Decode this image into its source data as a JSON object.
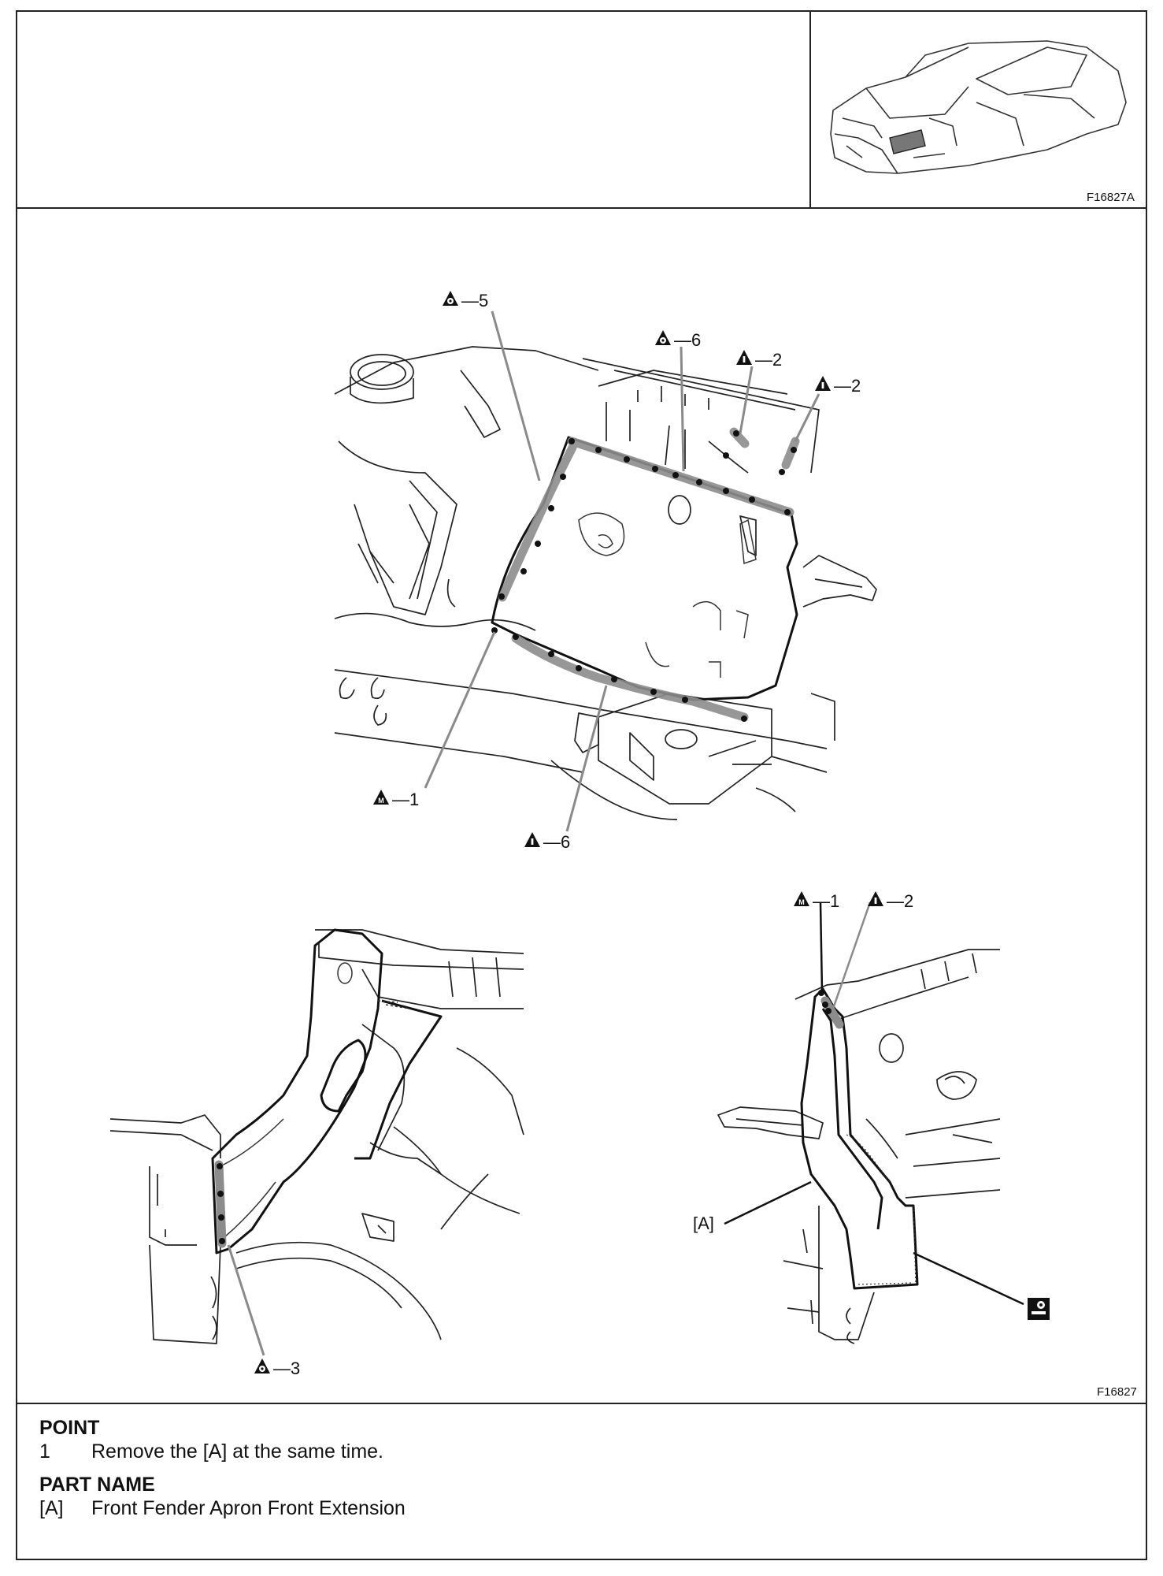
{
  "header": {
    "thumbnail_code": "F16827A"
  },
  "diagram": {
    "figure_code": "F16827",
    "callouts": {
      "top_o5": "—5",
      "top_o6": "—6",
      "top_i2a": "—2",
      "top_i2b": "—2",
      "top_m1": "—1",
      "top_i6": "—6",
      "bl_o3": "—3",
      "br_m1": "—1",
      "br_i2": "—2",
      "br_a": "[A]"
    },
    "symbol_letters": {
      "o": "◉",
      "i": "I",
      "m": "M"
    }
  },
  "notes": {
    "point_heading": "POINT",
    "points": [
      {
        "num": "1",
        "text": "Remove the [A] at the same time."
      }
    ],
    "part_heading": "PART NAME",
    "parts": [
      {
        "key": "[A]",
        "text": "Front Fender Apron Front Extension"
      }
    ]
  },
  "colors": {
    "line": "#222222",
    "weld_highlight": "#8c8c8c",
    "leader": "#8a8a8a"
  }
}
